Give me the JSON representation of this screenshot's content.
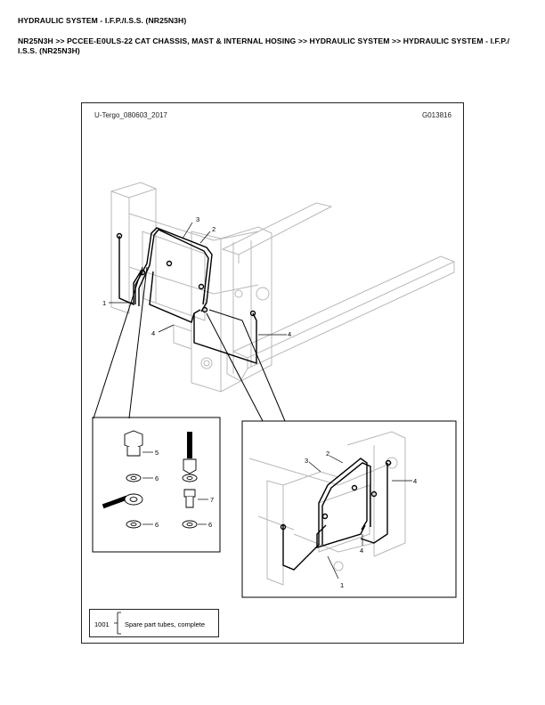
{
  "page_title": "HYDRAULIC SYSTEM - I.F.P./I.S.S. (NR25N3H)",
  "breadcrumb": "NR25N3H >> PCCEE-E0ULS-22 CAT CHASSIS, MAST & INTERNAL HOSING >> HYDRAULIC SYSTEM >> HYDRAULIC SYSTEM - I.F.P./ I.S.S. (NR25N3H)",
  "figure": {
    "source_ref": "U-Tergo_080603_2017",
    "figure_id": "G013816"
  },
  "callouts": {
    "main": [
      "1",
      "2",
      "3",
      "4",
      "4"
    ],
    "detail_left": [
      "5",
      "6",
      "6",
      "6",
      "7"
    ],
    "detail_right": [
      "1",
      "2",
      "3",
      "4",
      "4"
    ]
  },
  "legend": {
    "number": "1001",
    "text": "Spare part tubes, complete"
  }
}
